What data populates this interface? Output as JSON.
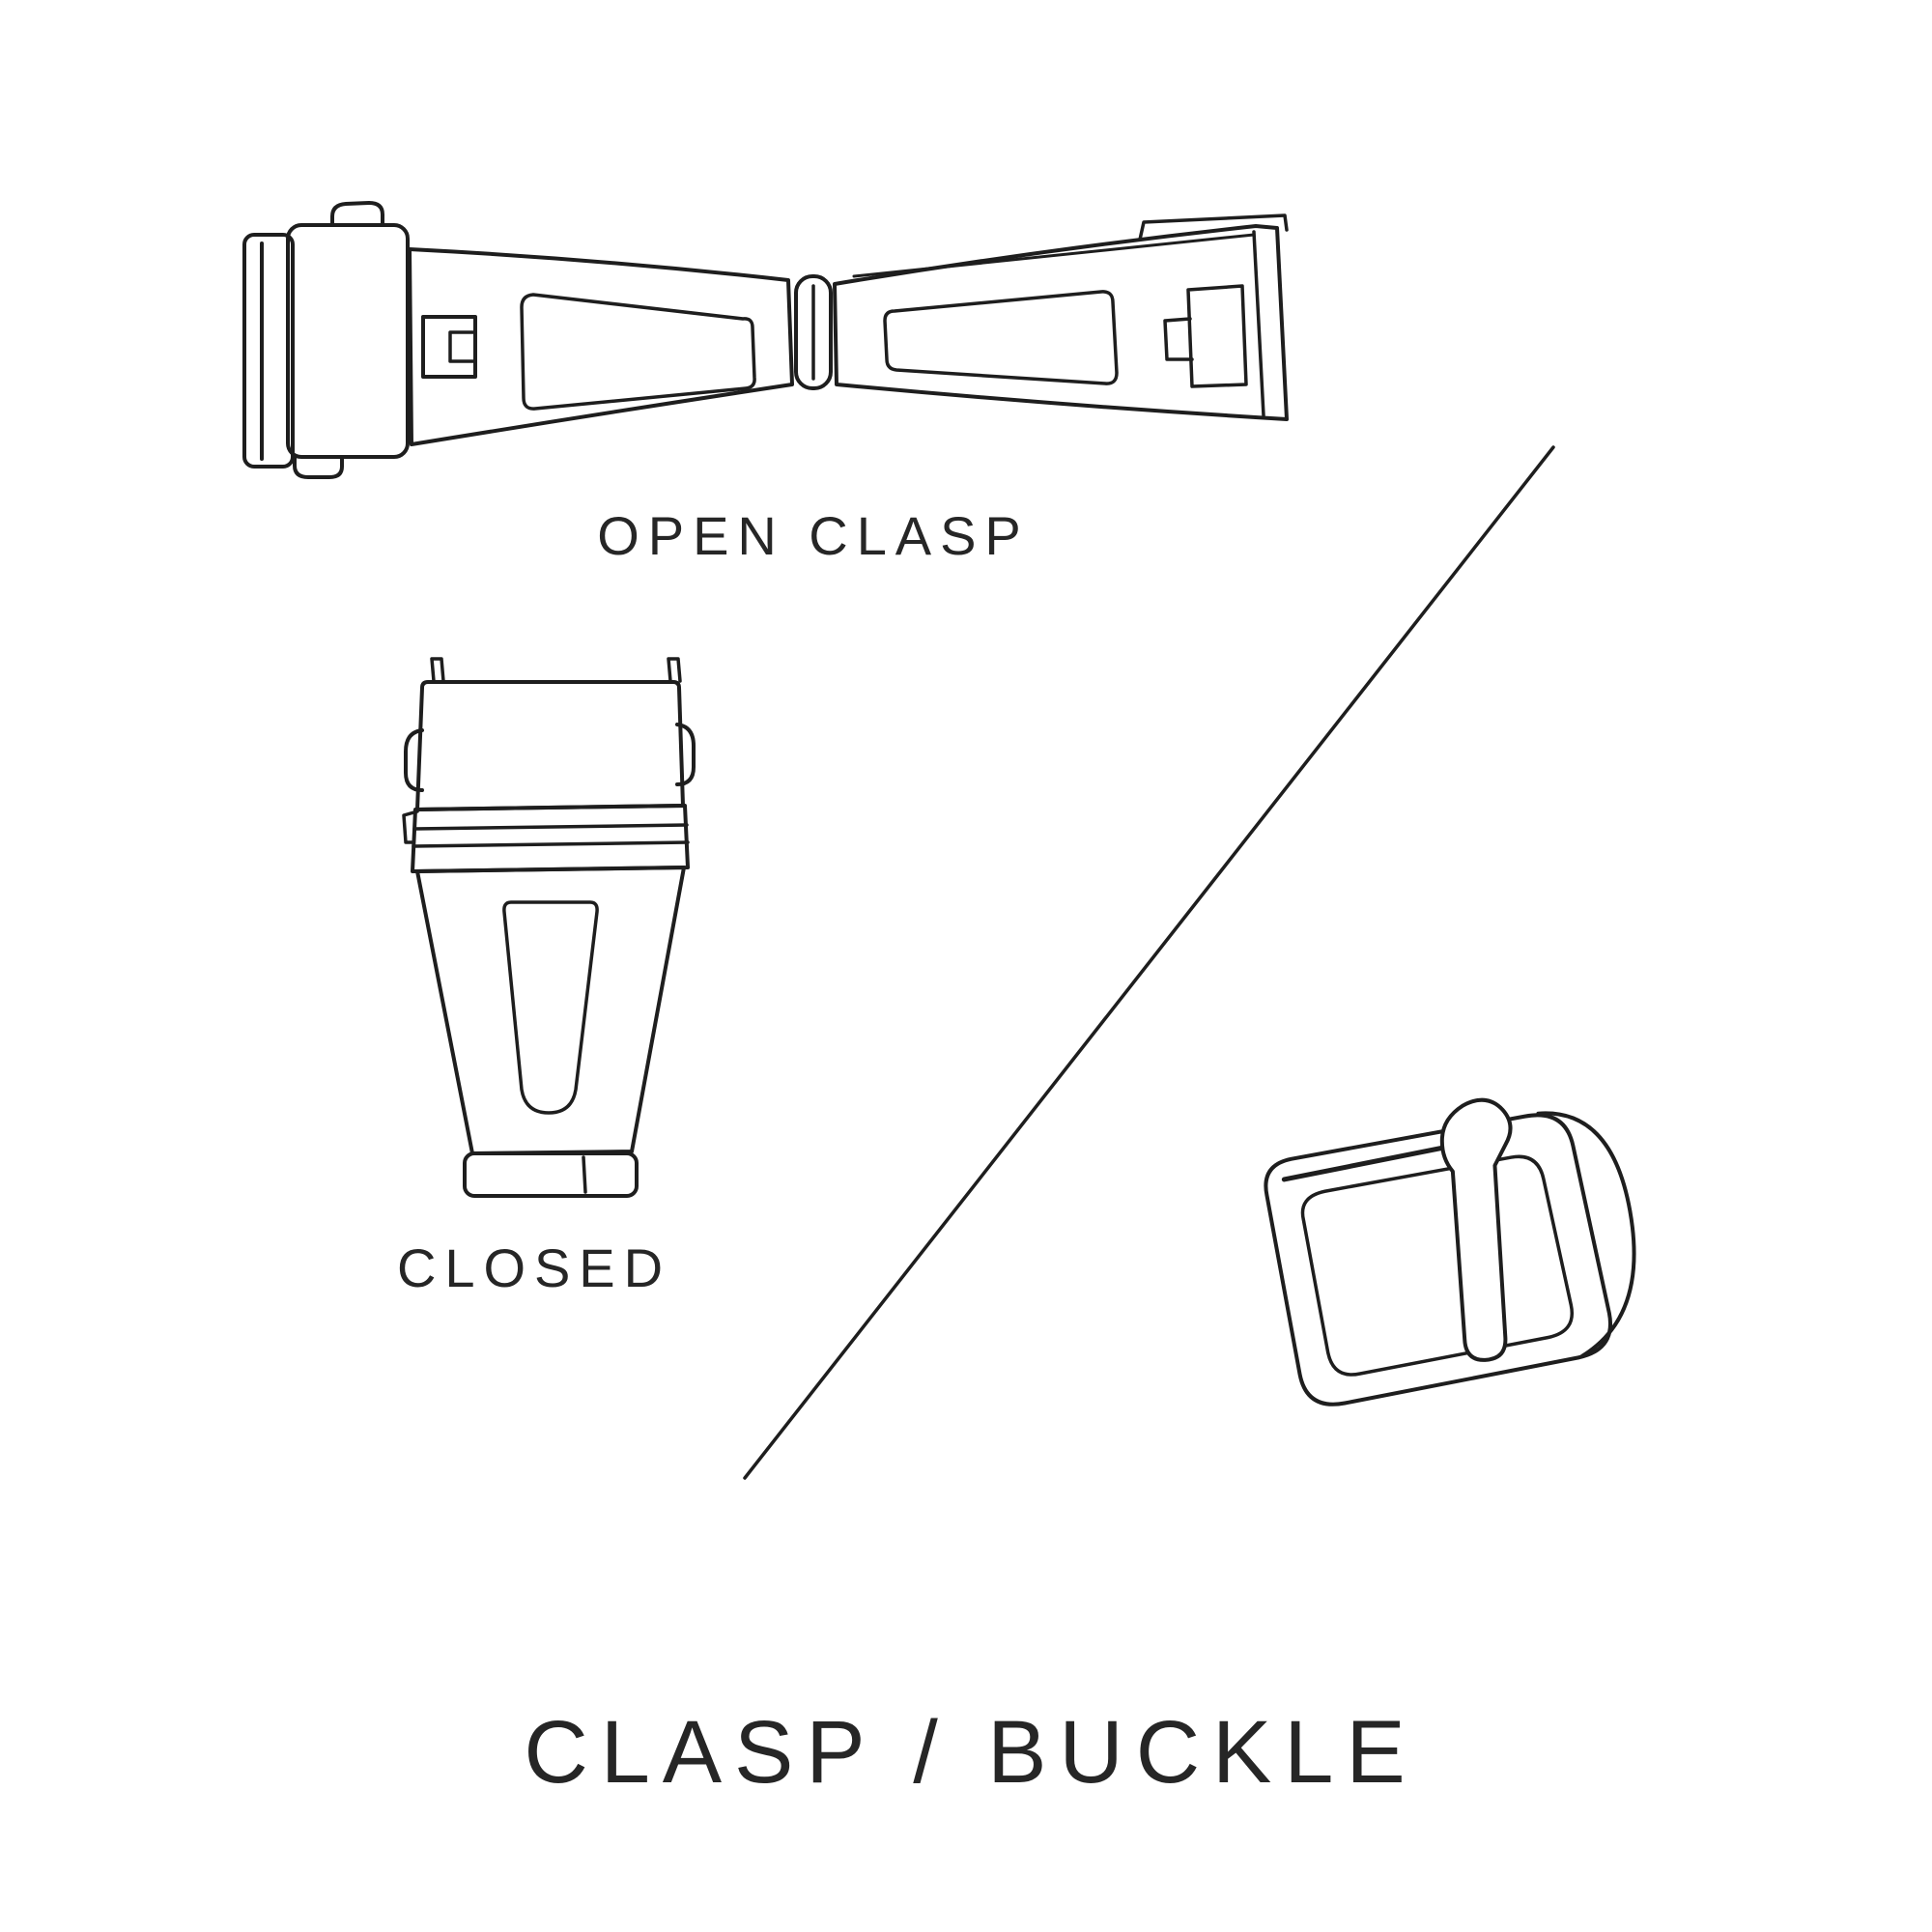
{
  "title": "CLASP / BUCKLE",
  "figures": [
    {
      "id": "open-clasp",
      "label": "OPEN CLASP"
    },
    {
      "id": "closed-clasp",
      "label": "CLOSED"
    },
    {
      "id": "buckle",
      "label": ""
    }
  ],
  "colors": {
    "line": "#1e1e1e",
    "text": "#262626",
    "background": "#ffffff"
  }
}
